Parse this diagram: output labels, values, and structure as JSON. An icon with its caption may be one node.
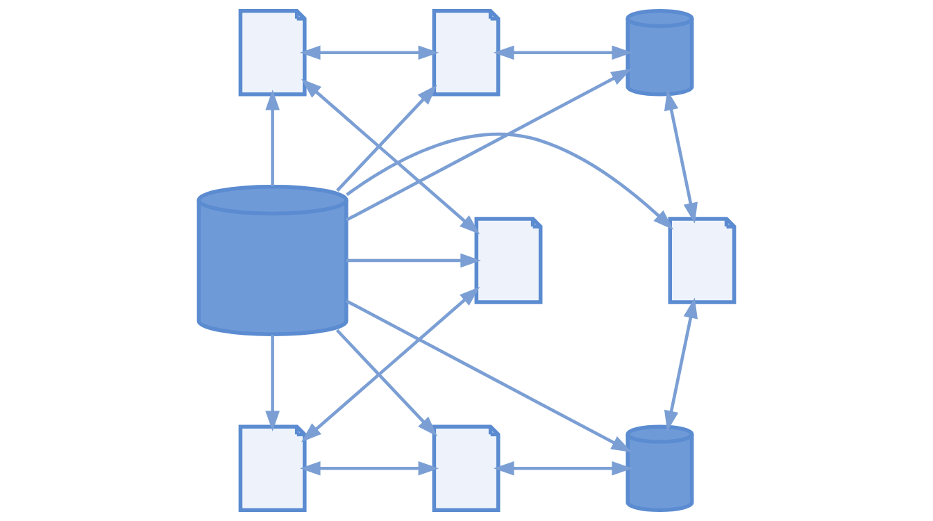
{
  "diagram": {
    "nodes": [
      {
        "text": [],
        "shape": "picture"
      },
      {
        "text": [],
        "shape": "picture"
      },
      {
        "text": [],
        "shape": "cylinder"
      },
      {
        "text": [],
        "shape": "picture"
      },
      {
        "text": [],
        "shape": "cylinder"
      },
      {
        "text": [],
        "shape": "picture"
      },
      {
        "text": [],
        "shape": "picture"
      },
      {
        "text": [],
        "shape": "picture"
      },
      {
        "text": [],
        "shape": "cylinder"
      }
    ],
    "edges": [
      {
        "from": 0,
        "to": 1,
        "arrow": "both"
      },
      {
        "from": 1,
        "to": 2,
        "arrow": "both"
      },
      {
        "from": 0,
        "to": 3,
        "arrow": "both"
      },
      {
        "from": 2,
        "to": 5,
        "arrow": "both"
      },
      {
        "from": 4,
        "to": 0,
        "arrow": "to"
      },
      {
        "from": 4,
        "to": 1,
        "arrow": "to"
      },
      {
        "from": 4,
        "to": 2,
        "arrow": "to"
      },
      {
        "from": 4,
        "to": 3,
        "arrow": "to"
      },
      {
        "from": 4,
        "to": 5,
        "arrow": "to"
      },
      {
        "from": 4,
        "to": 6,
        "arrow": "to"
      },
      {
        "from": 4,
        "to": 7,
        "arrow": "to"
      },
      {
        "from": 4,
        "to": 8,
        "arrow": "to"
      },
      {
        "from": 3,
        "to": 6,
        "arrow": "both"
      },
      {
        "from": 5,
        "to": 8,
        "arrow": "both"
      },
      {
        "from": 6,
        "to": 7,
        "arrow": "both"
      },
      {
        "from": 7,
        "to": 8,
        "arrow": "both"
      }
    ]
  }
}
